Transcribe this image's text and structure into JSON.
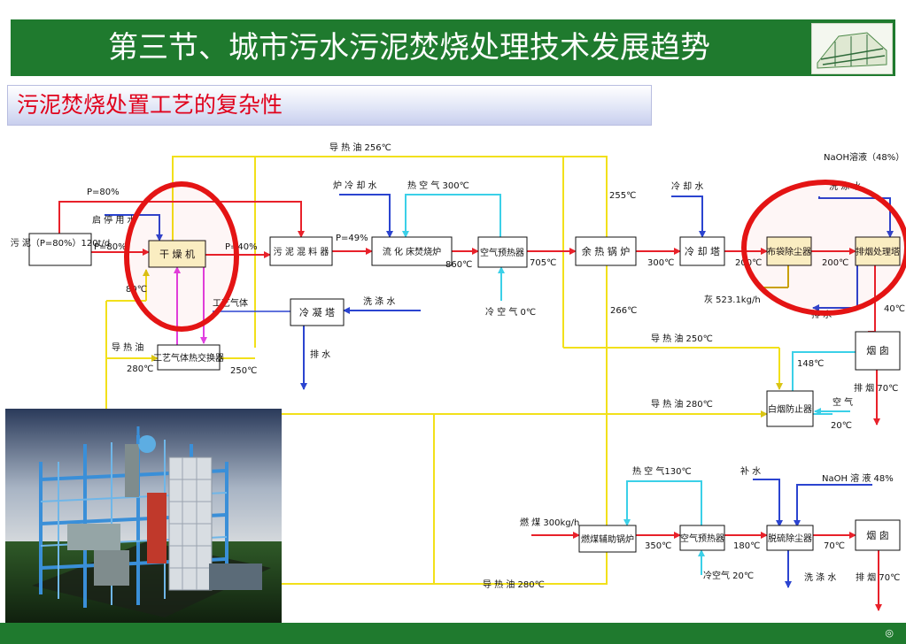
{
  "header": {
    "title": "第三节、城市污水污泥焚烧处理技术发展趋势",
    "subtitle": "污泥焚烧处置工艺的复杂性"
  },
  "colors": {
    "header_green": "#1f7a2e",
    "subtitle_red": "#e0001b",
    "flow_red": "#e8212a",
    "flow_yellow": "#f2e01a",
    "flow_blue": "#2b44d0",
    "flow_cyan": "#3bd0e8",
    "flow_magenta": "#e040e0",
    "highlight_red": "#e41414",
    "box_fill": "#fbf6c8"
  },
  "boxes": {
    "sludge": "污 泥（P=80%）120t/d",
    "dryer": "干 燥 机",
    "process_gas_hx": "工艺气体热交换器",
    "sludge_mixer": "污 泥 混 料 器",
    "condenser": "冷 凝 塔",
    "fluid_bed": "流 化 床焚烧炉",
    "air_preheater": "空气预热器",
    "waste_heat_boiler": "余 热 锅 炉",
    "cooling_tower": "冷 却 塔",
    "bag_filter": "布袋除尘器",
    "flue_treatment": "排烟处理塔",
    "chimney1": "烟 囱",
    "white_smoke": "白烟防止器",
    "coal_boiler": "燃煤辅助锅炉",
    "air_preheater2": "空气预热器",
    "desulf": "脱硫除尘器",
    "chimney2": "烟 囱"
  },
  "labels": {
    "oil_256": "导 热 油  256℃",
    "p80_top": "P=80%",
    "standby": "启 停 用 水",
    "p80_mid": "P=80%",
    "p40": "P=40%",
    "p49": "P=49%",
    "t80": "80℃",
    "process_gas": "工艺气体",
    "oil_in": "导 热 油",
    "t280_left": "280℃",
    "t250_left": "250℃",
    "wash_water_mid": "洗 涤 水",
    "drain_mid": "排 水",
    "furnace_cool": "炉 冷 却 水",
    "hot_air_300": "热 空 气 300℃",
    "t860": "860℃",
    "t705": "705℃",
    "cold_air_0": "冷 空 气  0℃",
    "t255": "255℃",
    "t266": "266℃",
    "cooling_water": "冷 却 水",
    "t300": "300℃",
    "t200a": "200℃",
    "t200b": "200℃",
    "naoh_48_top": "NaOH溶液（48%）",
    "wash_water_top": "洗 涤 水",
    "ash": "灰 523.1kg/h",
    "drain_right": "排 水",
    "t40": "40℃",
    "oil_250": "导 热 油  250℃",
    "t148": "148℃",
    "exhaust_70a": "排 烟 70℃",
    "oil_280": "导 热 油  280℃",
    "air": "空 气",
    "t20a": "20℃",
    "hot_air_130": "热 空 气130℃",
    "makeup_water": "补 水",
    "naoh_48_bottom": "NaOH 溶 液 48%",
    "coal": "燃 煤  300kg/h",
    "t350": "350℃",
    "t180": "180℃",
    "t70": "70℃",
    "cold_air_20": "冷空气 20℃",
    "wash_water_bottom": "洗 涤 水",
    "exhaust_70b": "排 烟 70℃",
    "oil_280_bottom": "导 热 油  280℃"
  }
}
